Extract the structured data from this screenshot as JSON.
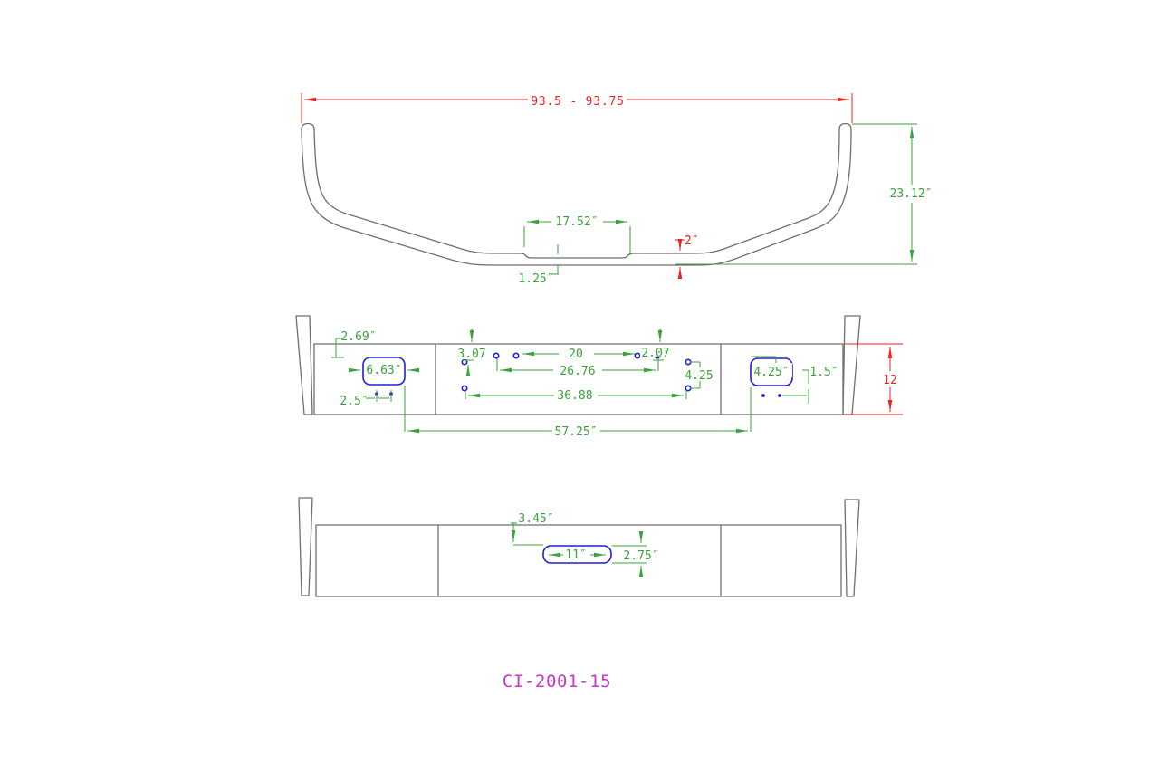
{
  "part_number": "CI-2001-15",
  "colors": {
    "dimension_green": "#3aa33a",
    "dimension_red": "#ef2121",
    "feature_blue": "#1f1fd6",
    "outline_gray": "#6f6f6f",
    "part_number_magenta": "#c53ac5"
  },
  "top_view": {
    "overall_width": "93.5 - 93.75",
    "overall_height": "23.12″",
    "recess_width": "17.52″",
    "bar_thickness": "2″",
    "recess_offset": "1.25″"
  },
  "front_view": {
    "corner_offset": "2.69″",
    "tow_hole_width": "6.63″",
    "bolt_spacing_left": "2.5″",
    "hole_drop_left": "3.07",
    "top_hole_spacing": "20",
    "hole_drop_right": "2.07",
    "mid_hole_spacing": "26.76",
    "hole_row_gap": "4.25",
    "bottom_hole_spacing": "36.88",
    "tow_hole_width_right": "4.25″",
    "bolt_offset_right": "1.5″",
    "bar_height": "12",
    "tow_hole_span": "57.25″"
  },
  "bottom_view": {
    "plate_offset": "3.45″",
    "plate_hole_width": "11″",
    "plate_hole_height": "2.75″"
  }
}
